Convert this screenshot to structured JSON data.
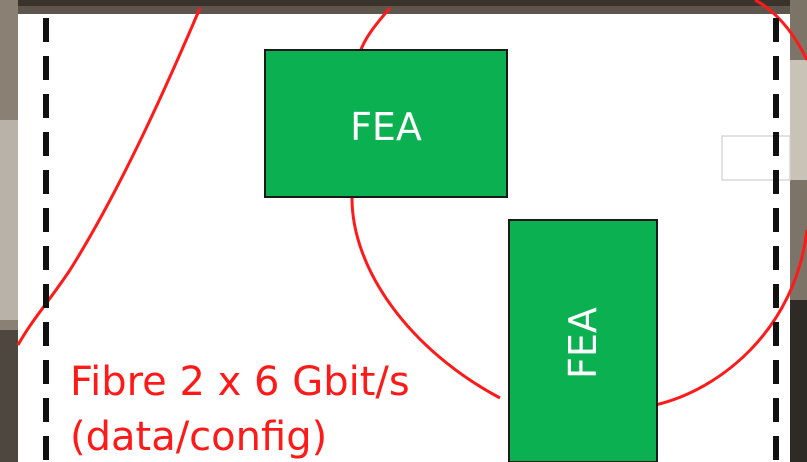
{
  "boxes": [
    {
      "label": "FEA",
      "orientation": "horizontal"
    },
    {
      "label": "FEA",
      "orientation": "vertical"
    }
  ],
  "fibre_label": {
    "line1": "Fibre 2 x 6 Gbit/s",
    "line2": "(data/config)"
  },
  "colors": {
    "box_fill": "#0bb050",
    "box_border": "#1a1a1a",
    "fibre_line": "#ff1a1a",
    "fibre_text": "#ff1a1a",
    "boundary_dash": "#111111",
    "background": "#ffffff",
    "photo_edge": "#6b6258"
  }
}
